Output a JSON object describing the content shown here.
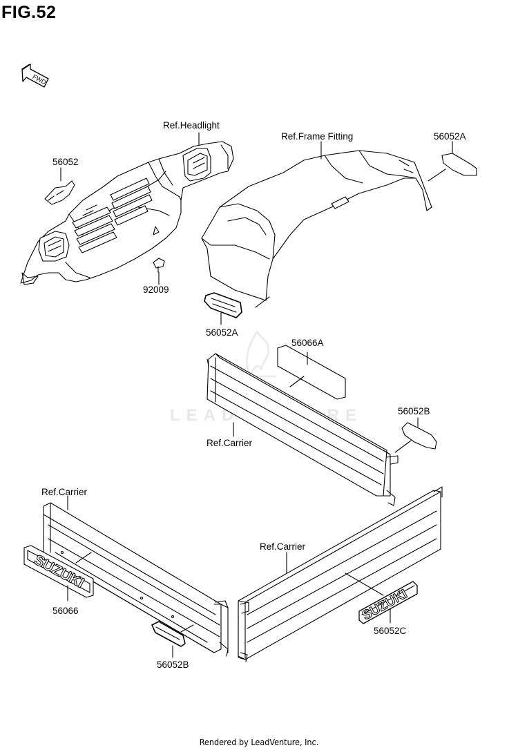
{
  "figure": {
    "title": "FIG.52"
  },
  "fwd_arrow": {
    "label": "FWD"
  },
  "watermark": {
    "text": "LEADVENTURE"
  },
  "labels": {
    "ref_headlight": "Ref.Headlight",
    "ref_frame_fitting": "Ref.Frame Fitting",
    "p56052": "56052",
    "p56052a_top": "56052A",
    "p56052a_mid": "56052A",
    "p92009": "92009",
    "p56066a": "56066A",
    "p56052b_right": "56052B",
    "ref_carrier_1": "Ref.Carrier",
    "ref_carrier_2": "Ref.Carrier",
    "ref_carrier_3": "Ref.Carrier",
    "p56066": "56066",
    "p56052b_bottom": "56052B",
    "p56052c": "56052C"
  },
  "emblems": {
    "suzuki_left": "SUZUKI",
    "suzuki_right": "SUZUKI"
  },
  "footer": {
    "text": "Rendered by LeadVenture, Inc."
  }
}
